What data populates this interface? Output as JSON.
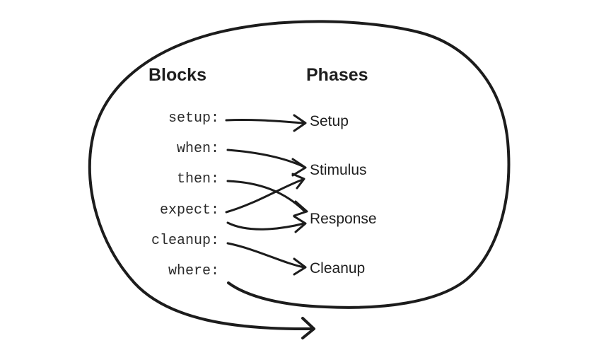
{
  "headings": {
    "blocks": "Blocks",
    "phases": "Phases"
  },
  "blocks": [
    "setup:",
    "when:",
    "then:",
    "expect:",
    "cleanup:",
    "where:"
  ],
  "phases": [
    "Setup",
    "Stimulus",
    "Response",
    "Cleanup"
  ],
  "mappings": [
    {
      "from": "setup:",
      "to": "Setup"
    },
    {
      "from": "when:",
      "to": "Stimulus"
    },
    {
      "from": "then:",
      "to": "Response"
    },
    {
      "from": "expect:",
      "to": "Stimulus"
    },
    {
      "from": "expect:",
      "to": "Response"
    },
    {
      "from": "cleanup:",
      "to": "Cleanup"
    },
    {
      "from": "where:",
      "to": ""
    }
  ],
  "colors": {
    "ink": "#1c1c1c",
    "background": "#ffffff"
  }
}
